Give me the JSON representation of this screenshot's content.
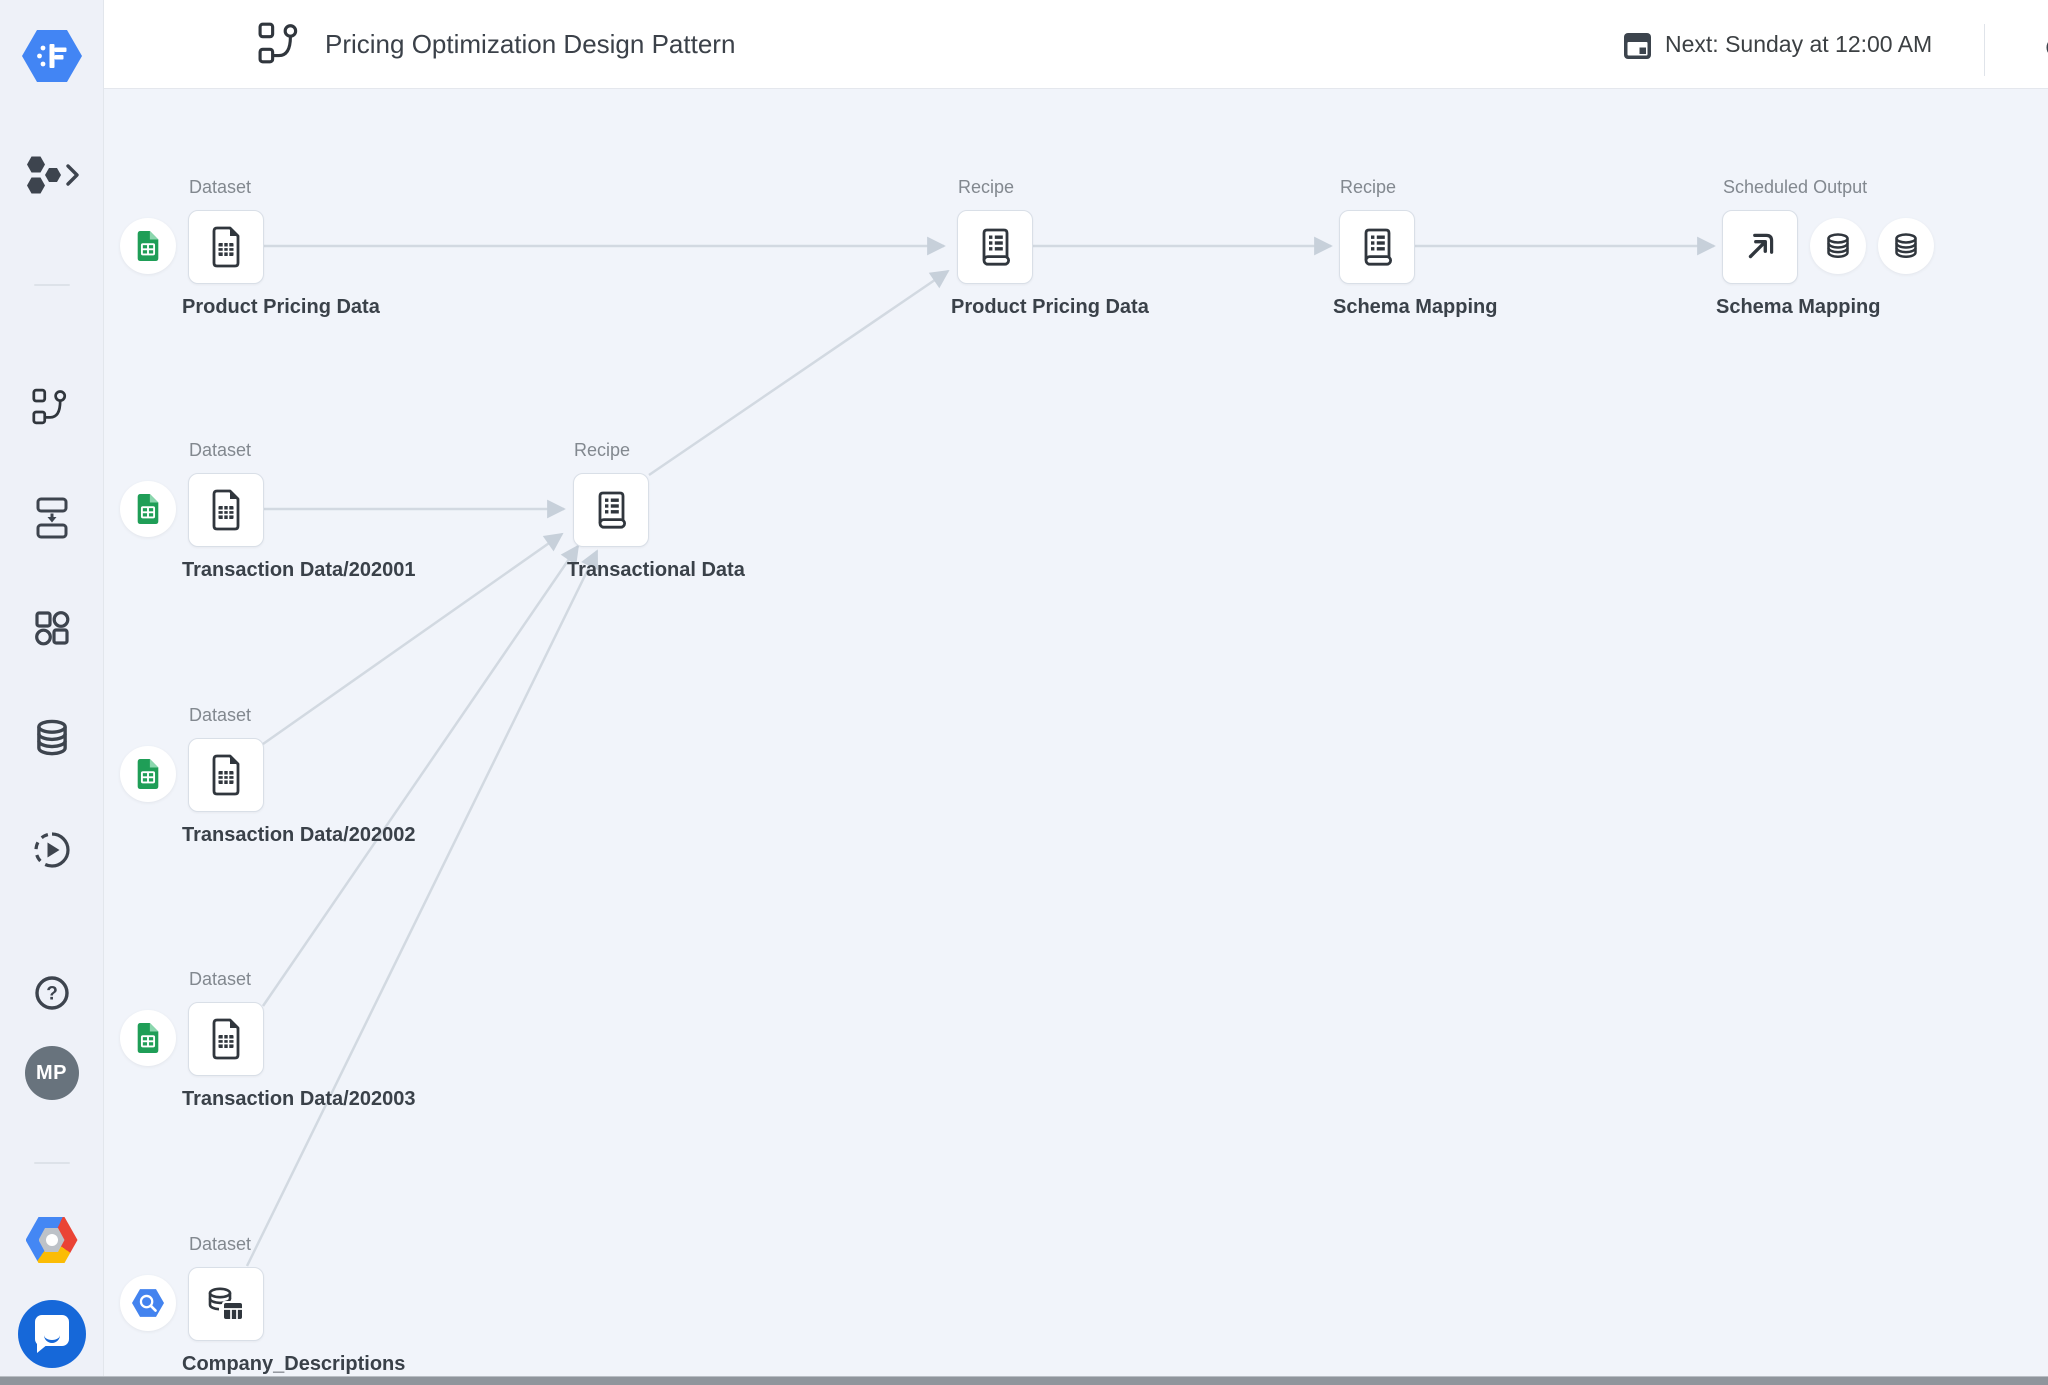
{
  "header": {
    "title": "Pricing Optimization Design Pattern",
    "next_run": "Next: Sunday at 12:00 AM"
  },
  "sidebar": {
    "avatar_initials": "MP",
    "icons": [
      "dataprep-logo",
      "hexagon-cluster-expand",
      "flow",
      "plan",
      "library",
      "database",
      "job-history",
      "help",
      "avatar",
      "google-cloud-logo",
      "chat"
    ]
  },
  "flow": {
    "nodes": [
      {
        "type": "Dataset",
        "name": "Product Pricing Data",
        "source": "google-sheets"
      },
      {
        "type": "Recipe",
        "name": "Product Pricing Data"
      },
      {
        "type": "Recipe",
        "name": "Schema Mapping"
      },
      {
        "type": "Scheduled Output",
        "name": "Schema Mapping",
        "destinations": 2
      },
      {
        "type": "Dataset",
        "name": "Transaction Data/202001",
        "source": "google-sheets"
      },
      {
        "type": "Recipe",
        "name": "Transactional Data"
      },
      {
        "type": "Dataset",
        "name": "Transaction Data/202002",
        "source": "google-sheets"
      },
      {
        "type": "Dataset",
        "name": "Transaction Data/202003",
        "source": "google-sheets"
      },
      {
        "type": "Dataset",
        "name": "Company_Descriptions",
        "source": "bigquery"
      }
    ],
    "edges": [
      {
        "from": "Product Pricing Data (Dataset)",
        "to": "Product Pricing Data (Recipe)"
      },
      {
        "from": "Transactional Data (Recipe)",
        "to": "Product Pricing Data (Recipe)"
      },
      {
        "from": "Product Pricing Data (Recipe)",
        "to": "Schema Mapping (Recipe)"
      },
      {
        "from": "Schema Mapping (Recipe)",
        "to": "Schema Mapping (Scheduled Output)"
      },
      {
        "from": "Transaction Data/202001 (Dataset)",
        "to": "Transactional Data (Recipe)"
      },
      {
        "from": "Transaction Data/202002 (Dataset)",
        "to": "Transactional Data (Recipe)"
      },
      {
        "from": "Transaction Data/202003 (Dataset)",
        "to": "Transactional Data (Recipe)"
      },
      {
        "from": "Company_Descriptions (Dataset)",
        "to": "Transactional Data (Recipe)"
      }
    ]
  },
  "colors": {
    "canvas_bg": "#f1f4fa",
    "sidebar_bg": "#eef1f8",
    "header_bg": "#ffffff",
    "edge_line": "#d2d9e1",
    "arrowhead": "#c7d0da",
    "icon_dark": "#30363d",
    "accent_blue": "#4285f4",
    "sheets_green": "#1f9e57",
    "bigquery_blue": "#4383ef",
    "chat_blue": "#1668d9"
  }
}
